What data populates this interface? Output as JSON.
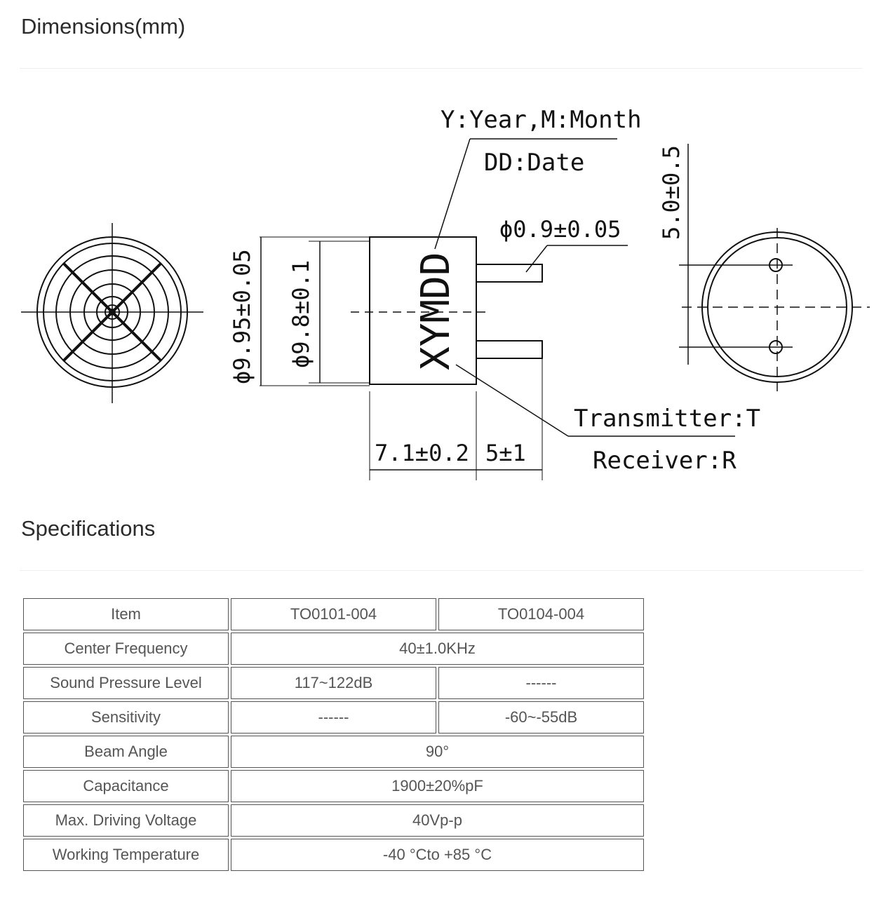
{
  "dimensions": {
    "title": "Dimensions(mm)",
    "drawing": {
      "label_year_month": "Y:Year,M:Month",
      "label_dd_date": "DD:Date",
      "marking": "XYMDD",
      "pin_diameter": "ϕ0.9±0.05",
      "outer_diameter": "ϕ9.95±0.05",
      "inner_diameter": "ϕ9.8±0.1",
      "pin_spacing": "5.0±0.5",
      "body_length": "7.1±0.2",
      "pin_length": "5±1",
      "label_transmitter": "Transmitter:T",
      "label_receiver": "Receiver:R"
    }
  },
  "specifications": {
    "title": "Specifications",
    "header": [
      "Item",
      "TO0101-004",
      "TO0104-004"
    ],
    "rows": [
      {
        "item": "Center Frequency",
        "shared": "40±1.0KHz"
      },
      {
        "item": "Sound Pressure Level",
        "a": "117~122dB",
        "b": "------"
      },
      {
        "item": "Sensitivity",
        "a": "------",
        "b": "-60~-55dB"
      },
      {
        "item": "Beam Angle",
        "shared": "90°"
      },
      {
        "item": "Capacitance",
        "shared": "1900±20%pF"
      },
      {
        "item": "Max. Driving Voltage",
        "shared": "40Vp-p"
      },
      {
        "item": "Working Temperature",
        "shared": "-40  °Cto +85 °C"
      }
    ]
  }
}
